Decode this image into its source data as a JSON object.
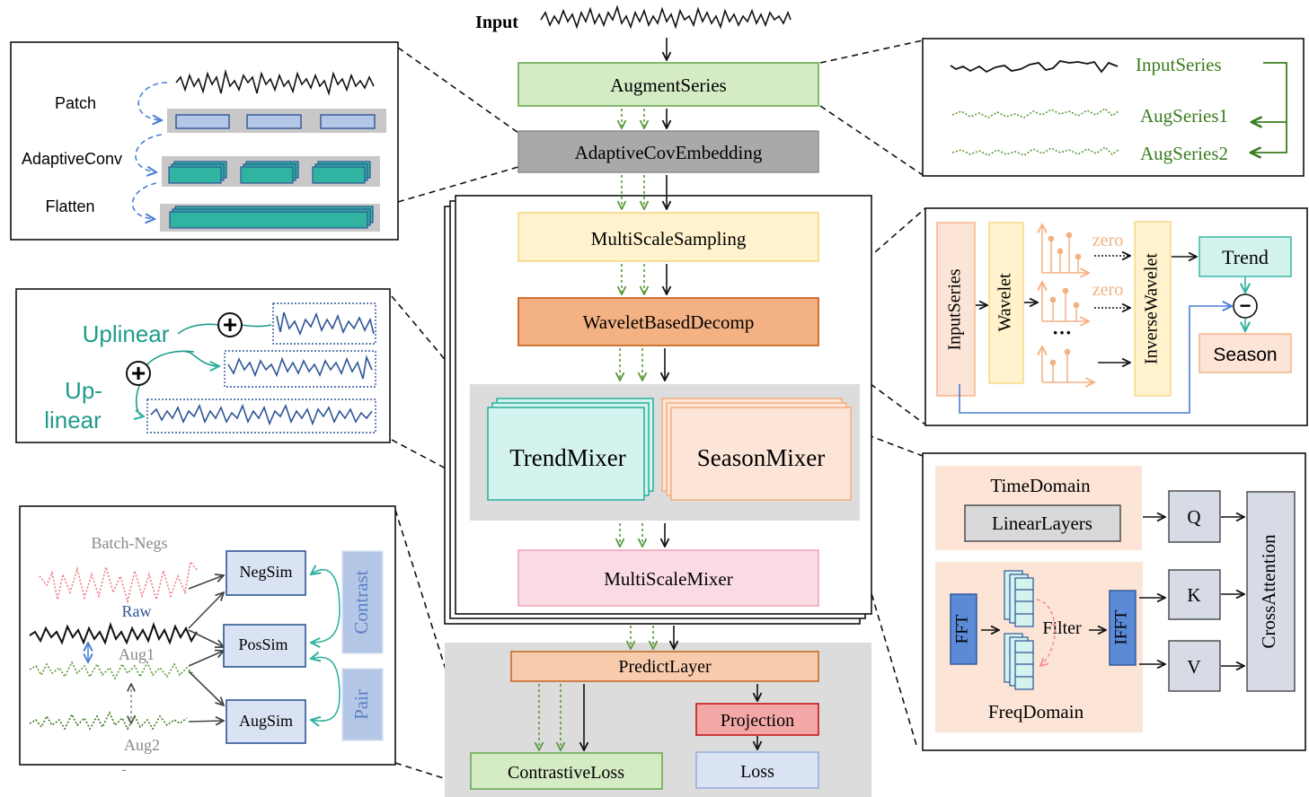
{
  "main": {
    "input_label": "Input",
    "augment_series": "AugmentSeries",
    "adaptive_cov_embedding": "AdaptiveCovEmbedding",
    "multi_scale_sampling": "MultiScaleSampling",
    "wavelet_based_decomp": "WaveletBasedDecomp",
    "trend_mixer": "TrendMixer",
    "season_mixer": "SeasonMixer",
    "multi_scale_mixer": "MultiScaleMixer",
    "predict_layer": "PredictLayer",
    "projection": "Projection",
    "loss": "Loss",
    "contrastive_loss": "ContrastiveLoss"
  },
  "embedding_panel": {
    "patch": "Patch",
    "adaptive_conv": "AdaptiveConv",
    "flatten": "Flatten"
  },
  "augment_panel": {
    "input_series": "InputSeries",
    "aug_series_1": "AugSeries1",
    "aug_series_2": "AugSeries2"
  },
  "wavelet_panel": {
    "input_series": "InputSeries",
    "wavelet": "Wavelet",
    "zero_1": "zero",
    "zero_2": "zero",
    "ellipsis": "···",
    "inverse_wavelet": "InverseWavelet",
    "trend": "Trend",
    "minus": "−",
    "season": "Season"
  },
  "trend_panel": {
    "uplinear": "Uplinear",
    "up": "Up-",
    "linear": "linear",
    "plus": "+"
  },
  "season_panel": {
    "time_domain": "TimeDomain",
    "linear_layers": "LinearLayers",
    "q": "Q",
    "k": "K",
    "v": "V",
    "fft": "FFT",
    "filter": "Filter",
    "ifft": "IFFT",
    "freq_domain": "FreqDomain",
    "cross_attention": "CrossAttention"
  },
  "contrast_panel": {
    "batch_negs": "Batch-Negs",
    "raw": "Raw",
    "aug1": "Aug1",
    "aug2": "Aug2",
    "neg_sim": "NegSim",
    "pos_sim": "PosSim",
    "aug_sim": "AugSim",
    "contrast": "Contrast",
    "pair": "Pair",
    "dash": "-"
  },
  "colors": {
    "green_fill": "#d5ebc4",
    "green_stroke": "#6aaa50",
    "gray_fill": "#a9a9a9",
    "yellow_fill": "#fff2cc",
    "yellow_stroke": "#f5d783",
    "orange_fill": "#f4b183",
    "orange_stroke": "#c55a11",
    "teal_fill": "#d4f3ee",
    "teal_stroke": "#30b3a0",
    "peach_fill": "#fce4d6",
    "peach_stroke": "#f4b183",
    "pink_fill": "#fadbe3",
    "pink_stroke": "#f0a6b8",
    "blue_fill": "#dae3f3",
    "blue_stroke": "#2f5597",
    "dark_green": "#3a7d1f",
    "teal_text": "#1e9c8c",
    "panel_gray": "#dcdcdc"
  }
}
